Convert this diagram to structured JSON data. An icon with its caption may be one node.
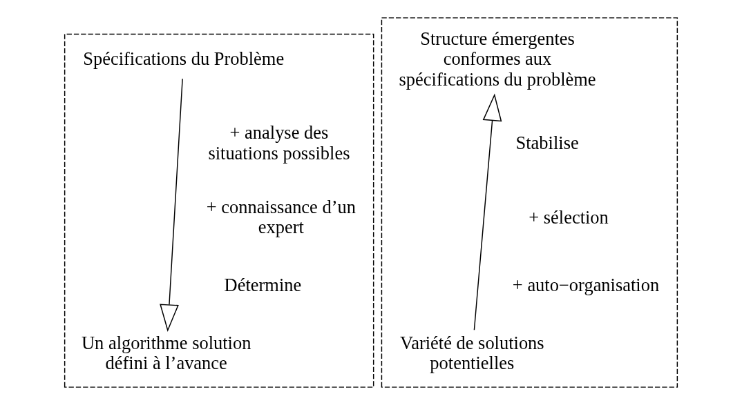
{
  "diagram": {
    "nodes": [
      {
        "text": [],
        "shape": "box"
      },
      {
        "text": [
          "Spécifications du Problème"
        ],
        "in": 0
      },
      {
        "text": [
          "Un algorithme solution défini à l’avance"
        ],
        "in": 0
      },
      {
        "text": [],
        "shape": "box"
      },
      {
        "text": [
          "Structure émergentes conformes aux spécifications du problème"
        ],
        "in": 3
      },
      {
        "text": [
          "Variété de solutions potentielles"
        ],
        "in": 3
      }
    ],
    "edges": [
      {
        "from": 1,
        "to": 2,
        "arrow": "to"
      },
      {
        "from": 5,
        "to": 4,
        "arrow": "to"
      }
    ],
    "labels": [
      "+ analyse des situations possibles",
      "+ connaissance d’un expert",
      "Détermine",
      "Stabilise",
      "+ sélection",
      "+ auto−organisation"
    ]
  }
}
